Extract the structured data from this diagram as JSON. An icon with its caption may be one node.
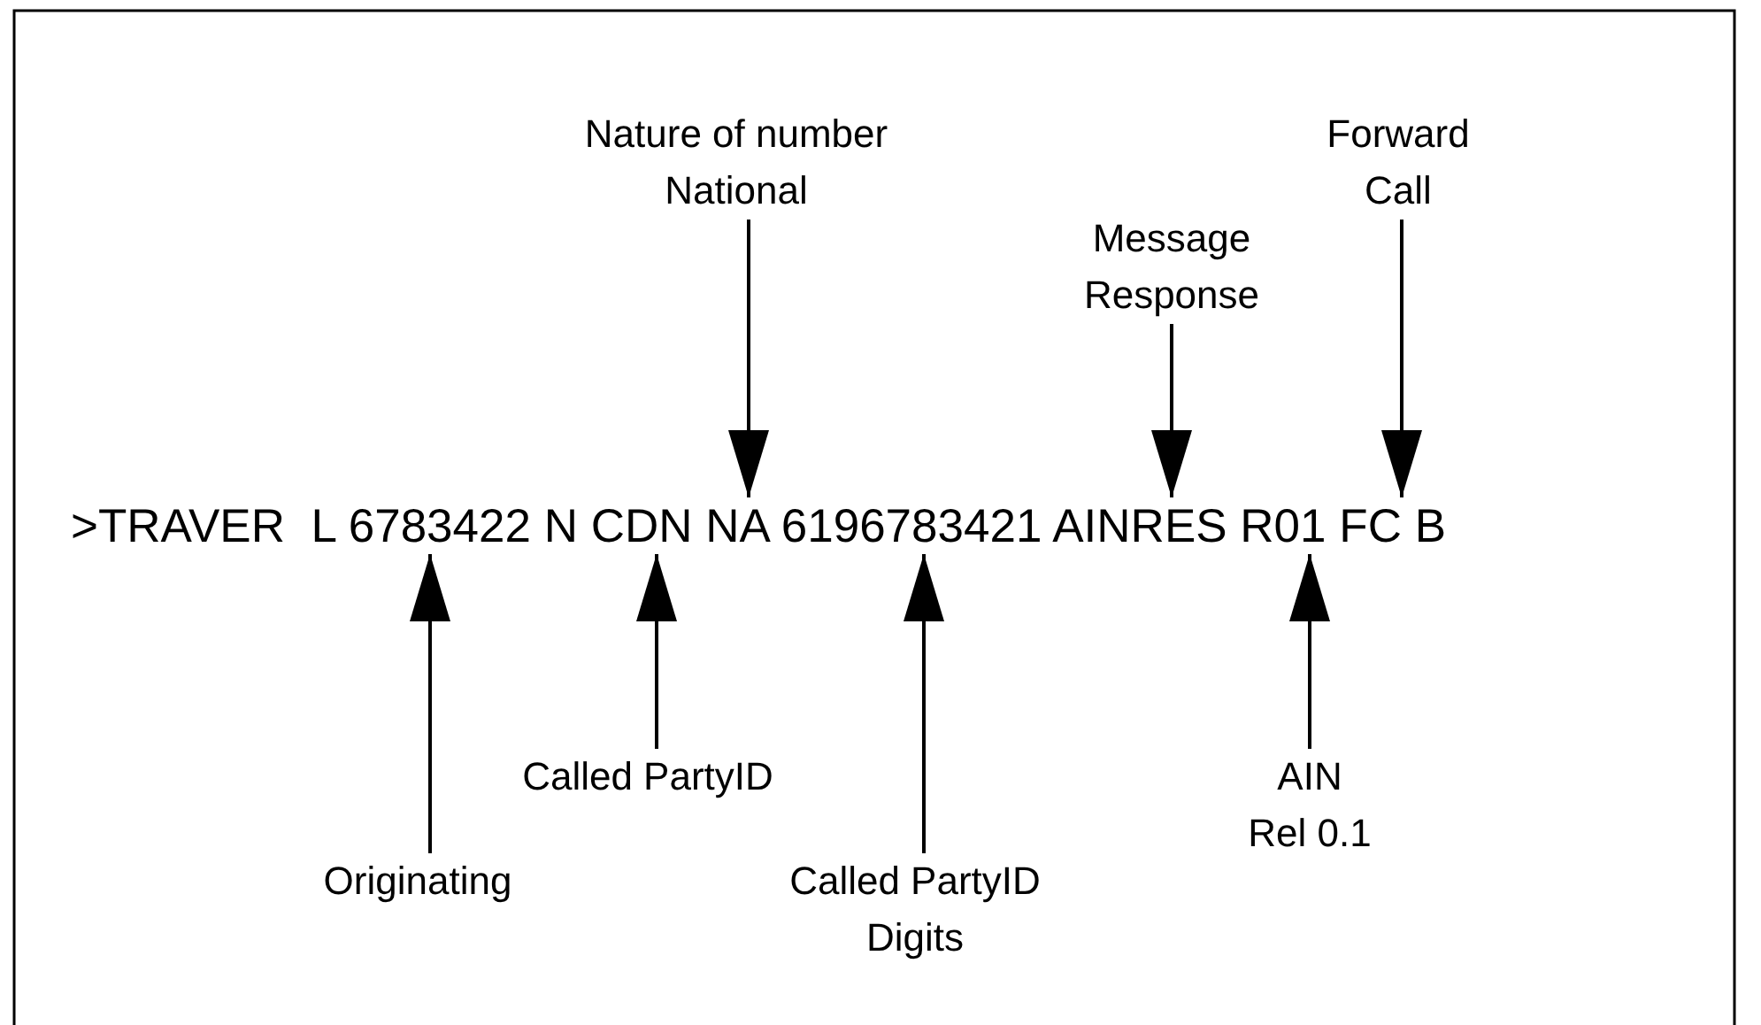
{
  "diagram": {
    "nodes": [
      {
        "text": [
          "Nature of number National"
        ]
      },
      {
        "text": [
          "Message Response"
        ]
      },
      {
        "text": [
          "Forward Call"
        ]
      },
      {
        "text": [
          ">TRAVER  L 6783422 N CDN NA 6196783421 AINRES R01 FC B"
        ]
      },
      {
        "text": [
          "Called PartyID"
        ]
      },
      {
        "text": [
          "AIN Rel 0.1"
        ]
      },
      {
        "text": [
          "Originating"
        ]
      },
      {
        "text": [
          "Called PartyID Digits"
        ]
      }
    ],
    "edges": [
      {
        "from": 0,
        "to": 3,
        "arrow": "to"
      },
      {
        "from": 1,
        "to": 3,
        "arrow": "to"
      },
      {
        "from": 2,
        "to": 3,
        "arrow": "to"
      },
      {
        "from": 4,
        "to": 3,
        "arrow": "to"
      },
      {
        "from": 5,
        "to": 3,
        "arrow": "to"
      },
      {
        "from": 6,
        "to": 3,
        "arrow": "to"
      },
      {
        "from": 7,
        "to": 3,
        "arrow": "to"
      }
    ]
  }
}
